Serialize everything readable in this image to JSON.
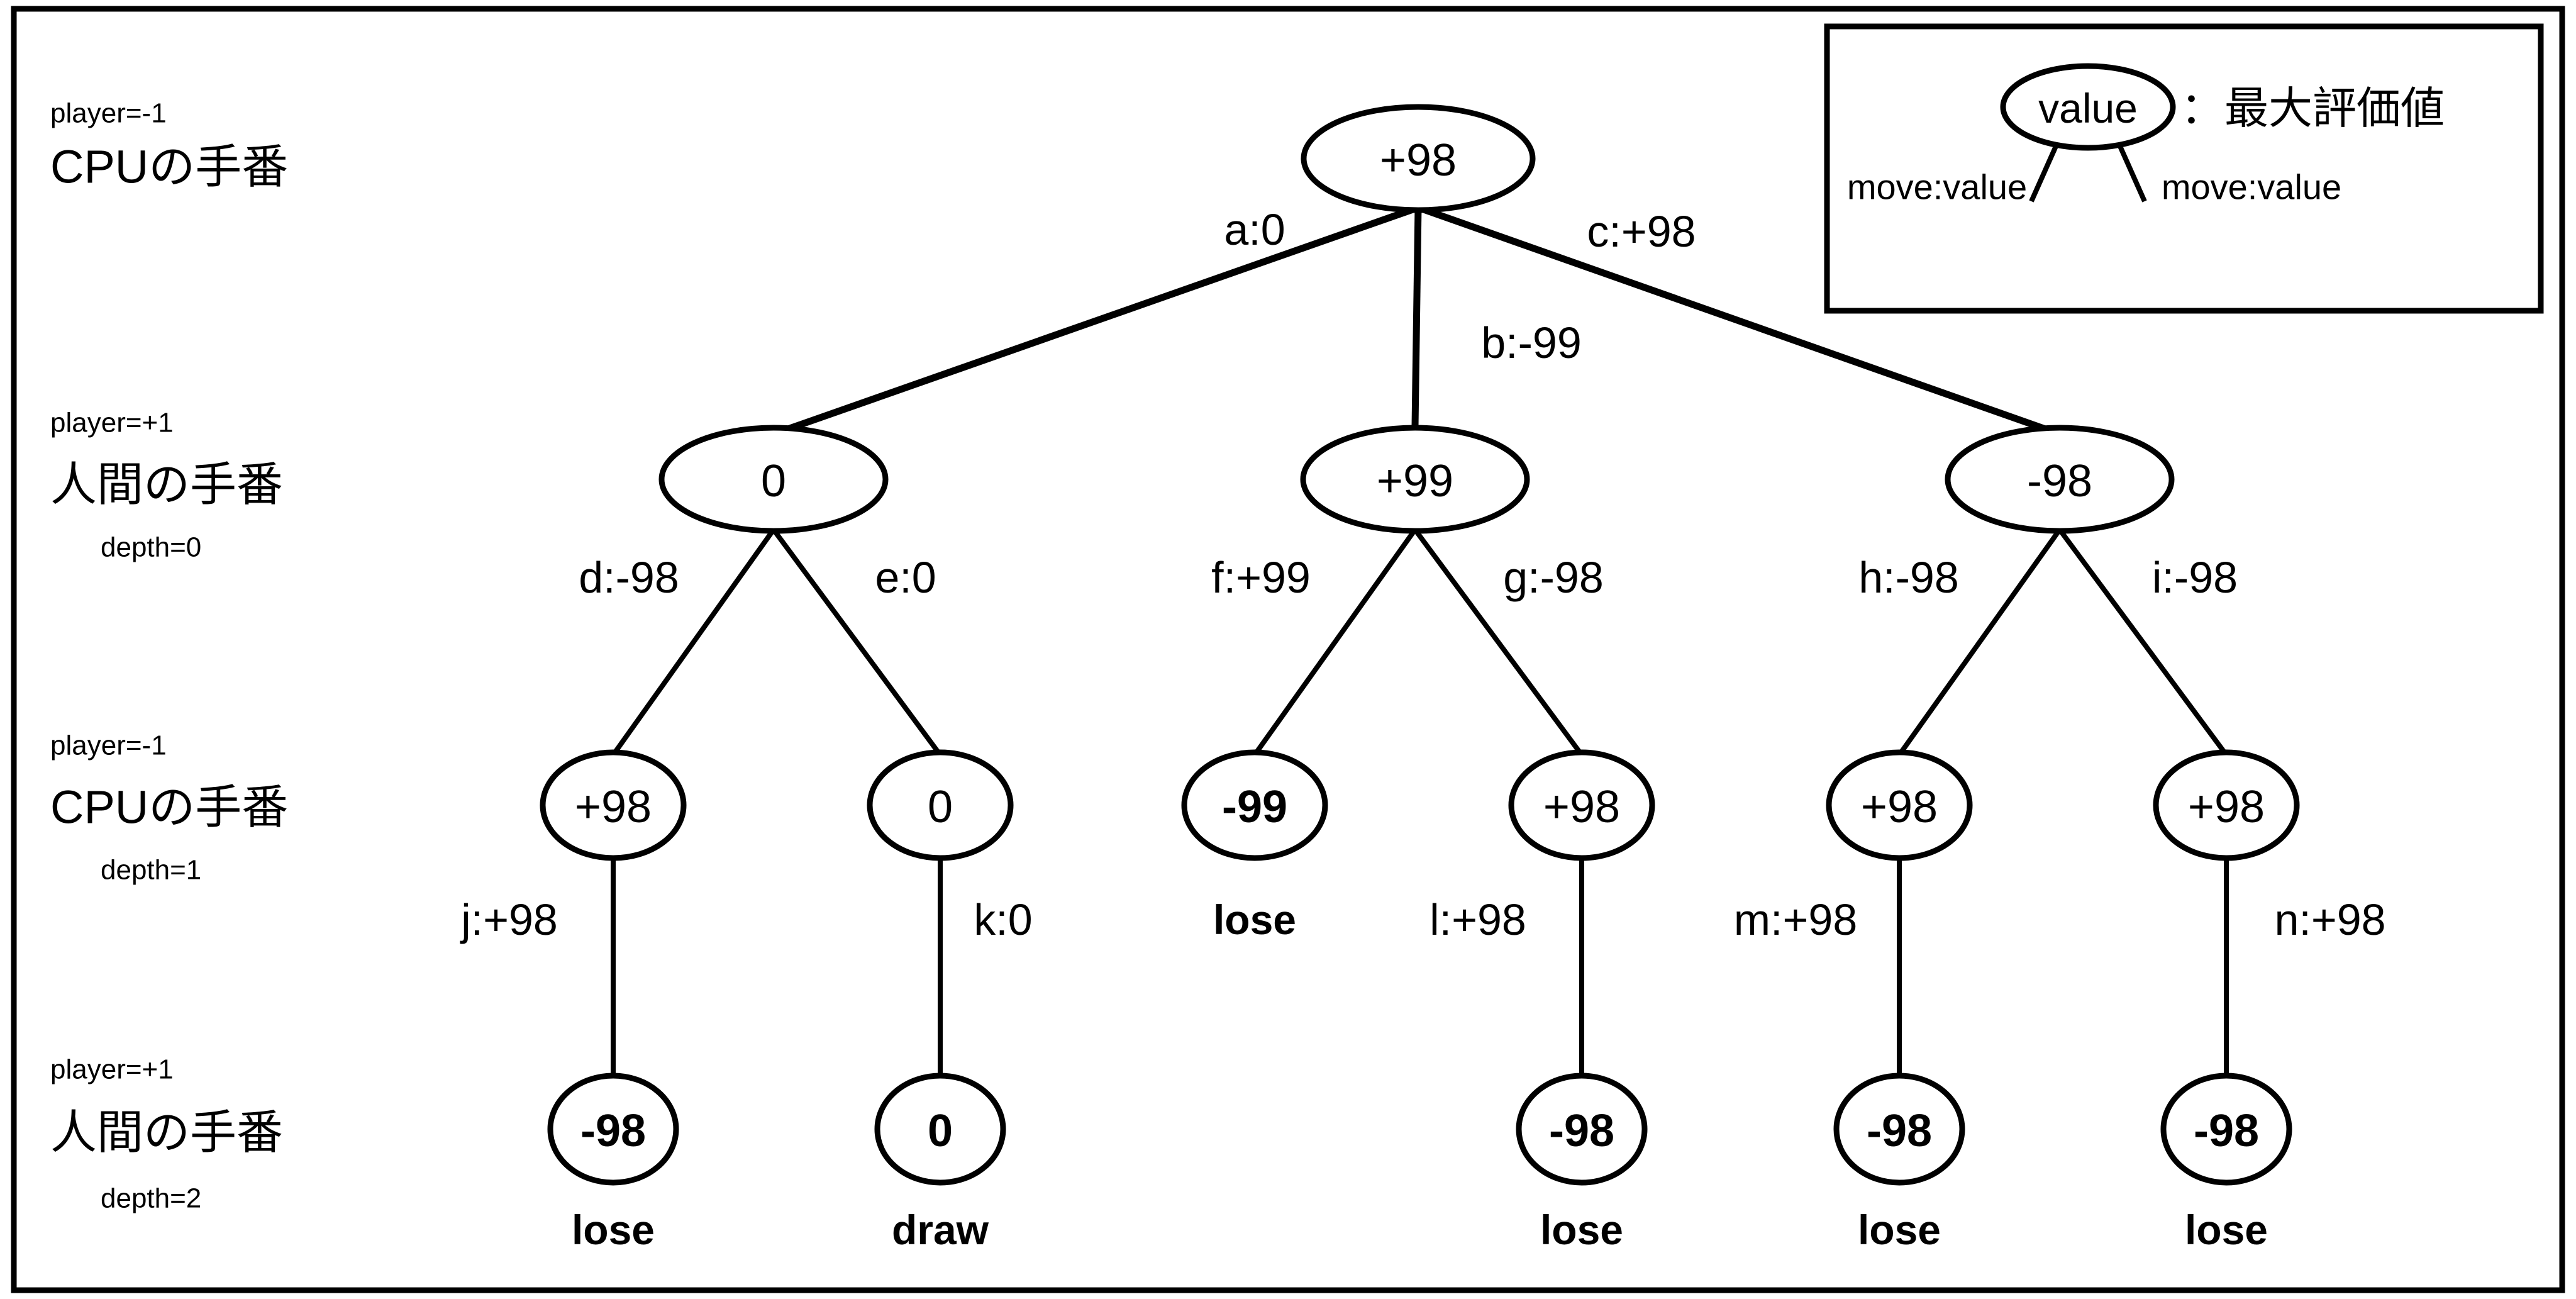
{
  "diagram": {
    "title": "minimax-game-tree",
    "colors": {
      "stroke": "#000000",
      "background": "#ffffff"
    },
    "legend": {
      "node_text": "value",
      "description": "：最大評価値",
      "left_edge_label": "move:value",
      "right_edge_label": "move:value"
    },
    "rows": [
      {
        "player": "player=-1",
        "turn": "CPUの手番",
        "depth": ""
      },
      {
        "player": "player=+1",
        "turn": "人間の手番",
        "depth": "depth=0"
      },
      {
        "player": "player=-1",
        "turn": "CPUの手番",
        "depth": "depth=1"
      },
      {
        "player": "player=+1",
        "turn": "人間の手番",
        "depth": "depth=2"
      }
    ],
    "nodes": [
      {
        "id": "root",
        "value": "+98",
        "bold": false,
        "terminal": ""
      },
      {
        "id": "n-a",
        "value": "0",
        "bold": false,
        "terminal": ""
      },
      {
        "id": "n-b",
        "value": "+99",
        "bold": false,
        "terminal": ""
      },
      {
        "id": "n-c",
        "value": "-98",
        "bold": false,
        "terminal": ""
      },
      {
        "id": "n-d",
        "value": "+98",
        "bold": false,
        "terminal": ""
      },
      {
        "id": "n-e",
        "value": "0",
        "bold": false,
        "terminal": ""
      },
      {
        "id": "n-f",
        "value": "-99",
        "bold": true,
        "terminal": "lose"
      },
      {
        "id": "n-g",
        "value": "+98",
        "bold": false,
        "terminal": ""
      },
      {
        "id": "n-h",
        "value": "+98",
        "bold": false,
        "terminal": ""
      },
      {
        "id": "n-i",
        "value": "+98",
        "bold": false,
        "terminal": ""
      },
      {
        "id": "n-j",
        "value": "-98",
        "bold": true,
        "terminal": "lose"
      },
      {
        "id": "n-k",
        "value": "0",
        "bold": true,
        "terminal": "draw"
      },
      {
        "id": "n-l",
        "value": "-98",
        "bold": true,
        "terminal": "lose"
      },
      {
        "id": "n-m",
        "value": "-98",
        "bold": true,
        "terminal": "lose"
      },
      {
        "id": "n-n",
        "value": "-98",
        "bold": true,
        "terminal": "lose"
      }
    ],
    "edges": [
      {
        "id": "edge-a",
        "label": "a:0"
      },
      {
        "id": "edge-b",
        "label": "b:-99"
      },
      {
        "id": "edge-c",
        "label": "c:+98"
      },
      {
        "id": "edge-d",
        "label": "d:-98"
      },
      {
        "id": "edge-e",
        "label": "e:0"
      },
      {
        "id": "edge-f",
        "label": "f:+99"
      },
      {
        "id": "edge-g",
        "label": "g:-98"
      },
      {
        "id": "edge-h",
        "label": "h:-98"
      },
      {
        "id": "edge-i",
        "label": "i:-98"
      },
      {
        "id": "edge-j",
        "label": "j:+98"
      },
      {
        "id": "edge-k",
        "label": "k:0"
      },
      {
        "id": "edge-l",
        "label": "l:+98"
      },
      {
        "id": "edge-m",
        "label": "m:+98"
      },
      {
        "id": "edge-n",
        "label": "n:+98"
      }
    ]
  },
  "chart_data": {
    "type": "diagram",
    "title": "minimax search tree with move:value edge annotations",
    "tree": {
      "node": "+98",
      "depth_label": "player=-1 CPUの手番",
      "children": [
        {
          "move": "a",
          "move_value": "0",
          "node": "0",
          "depth_label": "player=+1 人間の手番 depth=0",
          "children": [
            {
              "move": "d",
              "move_value": "-98",
              "node": "+98",
              "children": [
                {
                  "move": "j",
                  "move_value": "+98",
                  "node": "-98",
                  "terminal": "lose"
                }
              ]
            },
            {
              "move": "e",
              "move_value": "0",
              "node": "0",
              "children": [
                {
                  "move": "k",
                  "move_value": "0",
                  "node": "0",
                  "terminal": "draw"
                }
              ]
            }
          ]
        },
        {
          "move": "b",
          "move_value": "-99",
          "node": "+99",
          "children": [
            {
              "move": "f",
              "move_value": "+99",
              "node": "-99",
              "terminal": "lose",
              "children": []
            },
            {
              "move": "g",
              "move_value": "-98",
              "node": "+98",
              "children": [
                {
                  "move": "l",
                  "move_value": "+98",
                  "node": "-98",
                  "terminal": "lose"
                }
              ]
            }
          ]
        },
        {
          "move": "c",
          "move_value": "+98",
          "node": "-98",
          "children": [
            {
              "move": "h",
              "move_value": "-98",
              "node": "+98",
              "children": [
                {
                  "move": "m",
                  "move_value": "+98",
                  "node": "-98",
                  "terminal": "lose"
                }
              ]
            },
            {
              "move": "i",
              "move_value": "-98",
              "node": "+98",
              "children": [
                {
                  "move": "n",
                  "move_value": "+98",
                  "node": "-98",
                  "terminal": "lose"
                }
              ]
            }
          ]
        }
      ]
    }
  }
}
